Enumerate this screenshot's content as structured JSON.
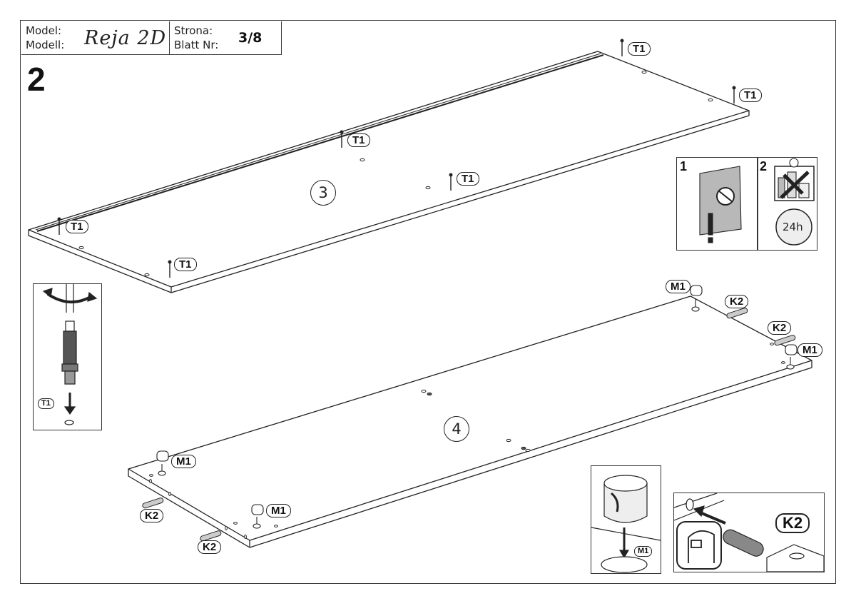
{
  "title_block": {
    "model_label_pl": "Model:",
    "model_label_de": "Modell:",
    "model_name": "Reja 2D",
    "page_label_pl": "Strona:",
    "page_label_de": "Blatt Nr:",
    "page_number": "3/8"
  },
  "step": {
    "number": "2"
  },
  "panels": [
    {
      "id": "3",
      "label": "3",
      "fittings": [
        "T1",
        "T1",
        "T1",
        "T1",
        "T1",
        "T1"
      ]
    },
    {
      "id": "4",
      "label": "4",
      "fittings": [
        "M1",
        "M1",
        "M1",
        "M1",
        "K2",
        "K2",
        "K2",
        "K2"
      ]
    }
  ],
  "part_tags": {
    "t1": "T1",
    "m1": "M1",
    "k2": "K2"
  },
  "insets": {
    "screw_detail": {
      "part": "T1",
      "icons": [
        "screwdriver-rotate-icon",
        "t1-screw-icon",
        "down-arrow-icon",
        "hole-icon"
      ]
    },
    "care_instructions": {
      "step1_number": "1",
      "step2_number": "2",
      "clock_label": "24h",
      "icons": [
        "protective-film-icon",
        "no-sharp-tools-icon",
        "exclamation-icon",
        "no-chemicals-icon",
        "sad-face-icon",
        "clock-24h-icon"
      ]
    },
    "cam_detail": {
      "part": "M1"
    },
    "dowel_detail": {
      "part": "K2",
      "icons": [
        "safety-goggles-icon",
        "insert-arrow-icon",
        "dowel-icon"
      ]
    }
  },
  "colors": {
    "line": "#222222",
    "background": "#ffffff",
    "frame": "#3a3a3a"
  }
}
